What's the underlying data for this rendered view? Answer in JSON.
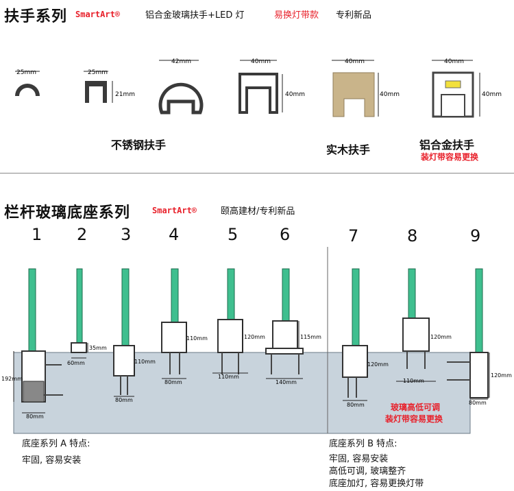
{
  "section1": {
    "title": "扶手系列",
    "brand": "SmartArt®",
    "subtitle": "铝合金玻璃扶手+LED 灯",
    "highlight": "易换灯带款",
    "tail": "专利新品",
    "dims": {
      "d1": "25mm",
      "d2a": "25mm",
      "d2b": "21mm",
      "d3": "42mm",
      "d4a": "40mm",
      "d4b": "40mm",
      "d5a": "40mm",
      "d5b": "40mm",
      "d6a": "40mm",
      "d6b": "40mm"
    },
    "labels": {
      "stainless": "不锈钢扶手",
      "wood": "实木扶手",
      "alu": "铝合金扶手",
      "alu_note": "装灯带容易更换"
    }
  },
  "section2": {
    "title": "栏杆玻璃底座系列",
    "brand": "SmartArt®",
    "subtitle": "颐高建材/专利新品",
    "numbers": [
      "1",
      "2",
      "3",
      "4",
      "5",
      "6",
      "7",
      "8",
      "9"
    ],
    "dims": {
      "h1": "192mm",
      "w1": "80mm",
      "h2": "35mm",
      "w2": "60mm",
      "h3": "110mm",
      "w3": "80mm",
      "h4": "110mm",
      "w4": "80mm",
      "h5": "120mm",
      "w5": "110mm",
      "h6": "115mm",
      "w6": "140mm",
      "h7": "120mm",
      "w7": "80mm",
      "h8": "120mm",
      "w8": "110mm",
      "h9": "120mm",
      "w9": "80mm"
    },
    "red_note_1": "玻璃高低可调",
    "red_note_2": "装灯带容易更换",
    "series_a": {
      "title": "底座系列 A 特点:",
      "line1": "牢固, 容易安装"
    },
    "series_b": {
      "title": "底座系列 B 特点:",
      "line1": "牢固, 容易安装",
      "line2": "高低可调, 玻璃整齐",
      "line3": "底座加灯, 容易更换灯带"
    }
  },
  "colors": {
    "brand": "#e8202a",
    "glass": "#3fbf8f",
    "floor": "#c8d3dc",
    "metal": "#3a3a3a",
    "wood": "#c9b48a"
  }
}
